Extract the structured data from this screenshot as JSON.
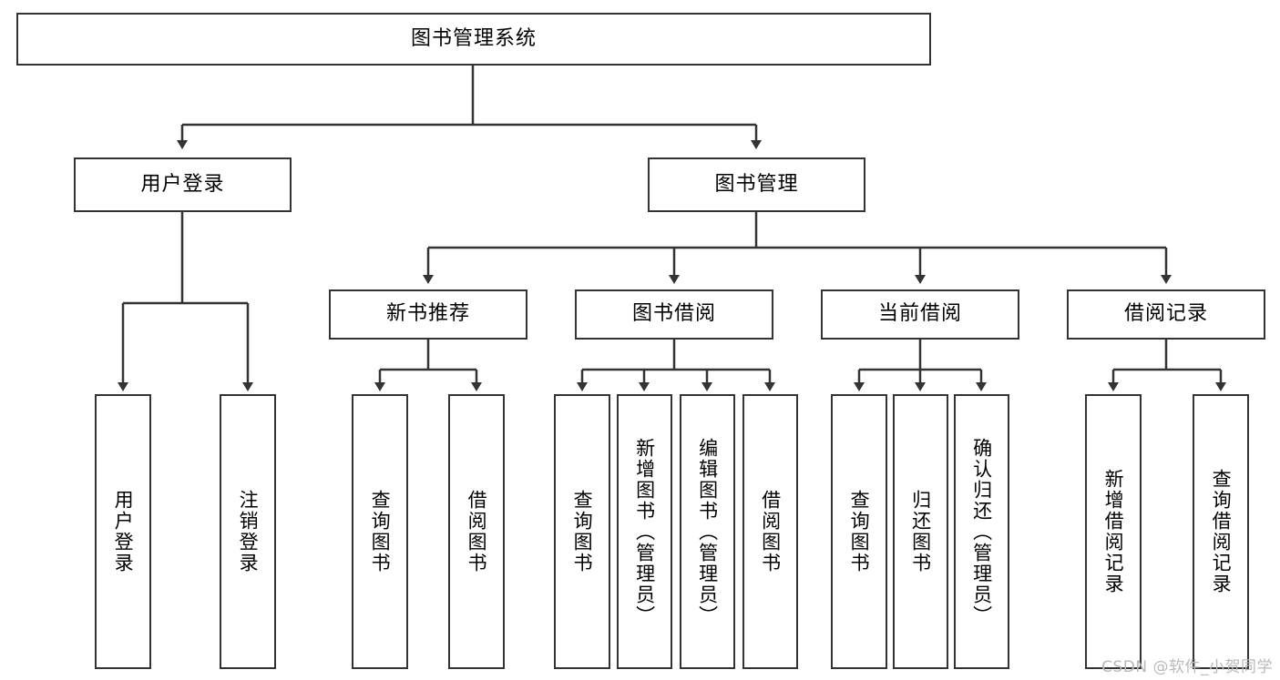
{
  "diagram": {
    "title": "图书管理系统",
    "type": "tree",
    "background_color": "#ffffff",
    "node_fill": "#ffffff",
    "node_border_color": "#333333",
    "edge_color": "#333333",
    "nodes": {
      "root": {
        "label": "图书管理系统"
      },
      "l1": [
        {
          "id": "user_login",
          "label": "用户登录"
        },
        {
          "id": "book_manage",
          "label": "图书管理"
        }
      ],
      "l2": [
        {
          "id": "new_book_rec",
          "label": "新书推荐"
        },
        {
          "id": "book_borrow",
          "label": "图书借阅"
        },
        {
          "id": "current_borrow",
          "label": "当前借阅"
        },
        {
          "id": "borrow_record",
          "label": "借阅记录"
        }
      ],
      "leaves": {
        "user_login": [
          {
            "id": "leaf_user_login",
            "label": "用户登录"
          },
          {
            "id": "leaf_logout",
            "label": "注销登录"
          }
        ],
        "new_book_rec": [
          {
            "id": "leaf_query_book_1",
            "label": "查询图书"
          },
          {
            "id": "leaf_borrow_book_1",
            "label": "借阅图书"
          }
        ],
        "book_borrow": [
          {
            "id": "leaf_query_book_2",
            "label": "查询图书"
          },
          {
            "id": "leaf_add_book",
            "label": "新增图书（管理员）"
          },
          {
            "id": "leaf_edit_book",
            "label": "编辑图书（管理员）"
          },
          {
            "id": "leaf_borrow_book_2",
            "label": "借阅图书"
          }
        ],
        "current_borrow": [
          {
            "id": "leaf_query_book_3",
            "label": "查询图书"
          },
          {
            "id": "leaf_return_book",
            "label": "归还图书"
          },
          {
            "id": "leaf_confirm_return",
            "label": "确认归还（管理员）"
          }
        ],
        "borrow_record": [
          {
            "id": "leaf_add_record",
            "label": "新增借阅记录"
          },
          {
            "id": "leaf_query_record",
            "label": "查询借阅记录"
          }
        ]
      }
    }
  },
  "watermark": {
    "text": "CSDN @软件_小贺同学",
    "color": "#b9b9b9"
  }
}
